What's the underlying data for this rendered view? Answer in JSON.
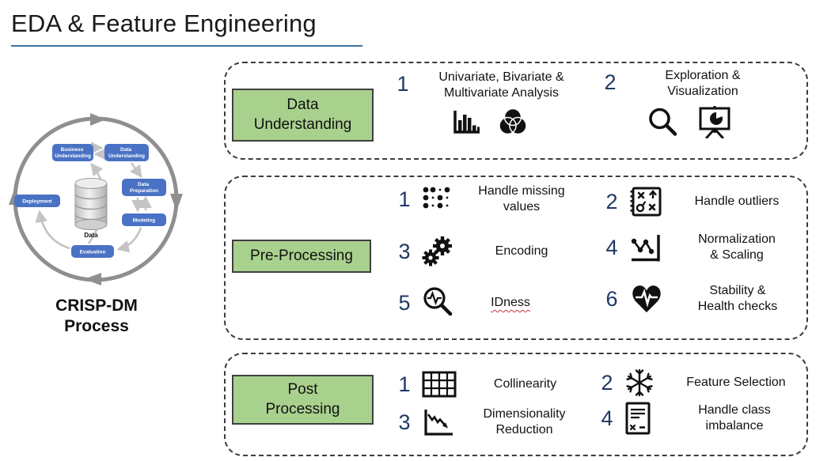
{
  "title": "EDA & Feature Engineering",
  "colors": {
    "accent_green": "#A9D18E",
    "number_navy": "#1F3864",
    "underline_blue": "#41719C",
    "crisp_node_blue": "#4A72C4",
    "dashed_border": "#3C3C3C"
  },
  "crisp": {
    "caption": "CRISP-DM\nProcess",
    "center_label": "Data",
    "nodes": [
      {
        "line1": "Business",
        "line2": "Understanding"
      },
      {
        "line1": "Data",
        "line2": "Understanding"
      },
      {
        "line1": "Data",
        "line2": "Preparation"
      },
      {
        "line1": "Modeling"
      },
      {
        "line1": "Evaluation"
      },
      {
        "line1": "Deployment"
      }
    ]
  },
  "sections": [
    {
      "label": "Data\nUnderstanding",
      "items": [
        {
          "num": "1",
          "text": "Univariate, Bivariate &\nMultivariate Analysis",
          "icons": [
            "bar-chart-icon",
            "venn-diagram-icon"
          ]
        },
        {
          "num": "2",
          "text": "Exploration &\nVisualization",
          "icons": [
            "magnifier-icon",
            "presentation-pie-chart-icon"
          ]
        }
      ]
    },
    {
      "label": "Pre-Processing",
      "items": [
        {
          "num": "1",
          "text": "Handle missing\nvalues",
          "icon": "missing-values-dots-icon"
        },
        {
          "num": "2",
          "text": "Handle outliers",
          "icon": "outliers-playbook-icon"
        },
        {
          "num": "3",
          "text": "Encoding",
          "icon": "gears-icon"
        },
        {
          "num": "4",
          "text": "Normalization\n& Scaling",
          "icon": "scaling-line-chart-icon"
        },
        {
          "num": "5",
          "text": "IDness",
          "icon": "idness-magnifier-pulse-icon"
        },
        {
          "num": "6",
          "text": "Stability &\nHealth checks",
          "icon": "heart-pulse-icon"
        }
      ]
    },
    {
      "label": "Post\nProcessing",
      "items": [
        {
          "num": "1",
          "text": "Collinearity",
          "icon": "table-grid-icon"
        },
        {
          "num": "2",
          "text": "Feature Selection",
          "icon": "snowflake-icon"
        },
        {
          "num": "3",
          "text": "Dimensionality\nReduction",
          "icon": "declining-chart-icon"
        },
        {
          "num": "4",
          "text": "Handle class\nimbalance",
          "icon": "document-checklist-icon"
        }
      ]
    }
  ]
}
